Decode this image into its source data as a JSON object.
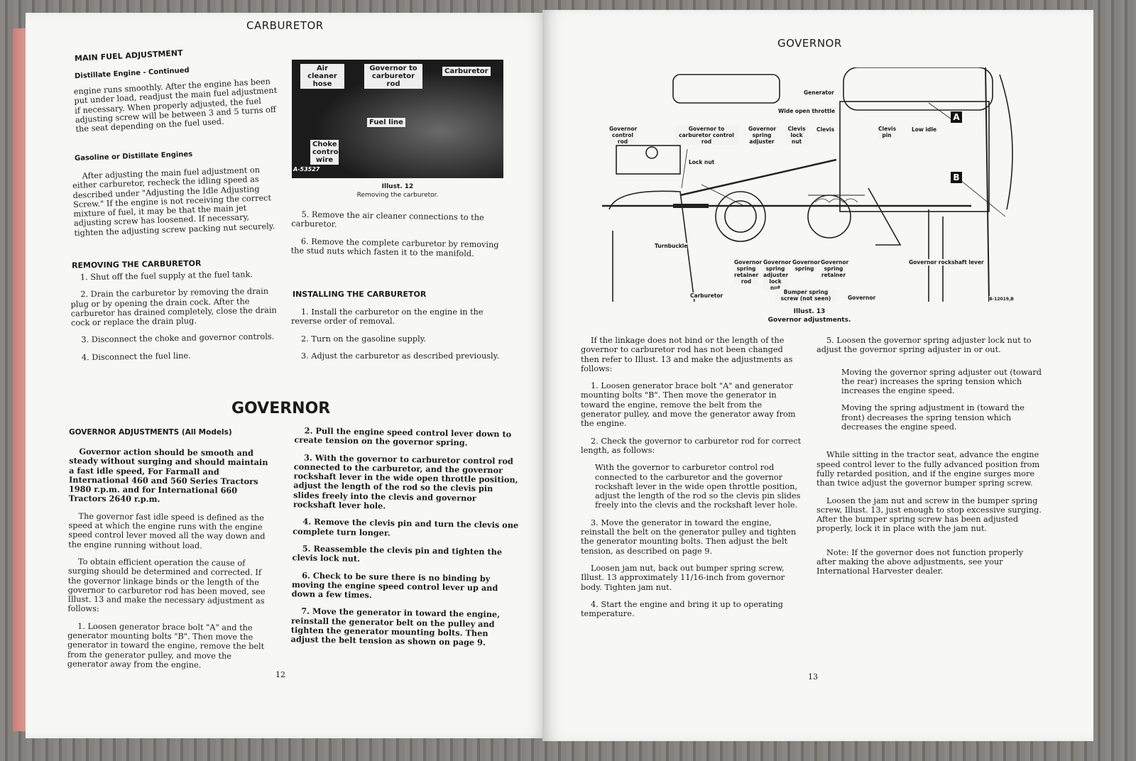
{
  "left_page": {
    "title": "CARBURETOR",
    "main_fuel_heading": "MAIN FUEL ADJUSTMENT",
    "distillate_sub": "Distillate Engine - Continued",
    "distillate_para": "engine runs smoothly. After the engine has been put under load, readjust the main fuel adjustment if necessary. When properly adjusted, the fuel adjusting screw will be between 3 and 5 turns off the seat depending on the fuel used.",
    "gasoline_sub": "Gasoline or Distillate Engines",
    "gasoline_para": "After adjusting the main fuel adjustment on either carburetor, recheck the idling speed as described under \"Adjusting the Idle Adjusting Screw.\" If the engine is not receiving the correct mixture of fuel, it may be that the main jet adjusting screw has loosened. If necessary, tighten the adjusting screw packing nut securely.",
    "removing_heading": "REMOVING THE CARBURETOR",
    "removing_steps": [
      "1. Shut off the fuel supply at the fuel tank.",
      "2. Drain the carburetor by removing the drain plug or by opening the drain cock. After the carburetor has drained completely, close the drain cock or replace the drain plug.",
      "3. Disconnect the choke and governor controls.",
      "4. Disconnect the fuel line.",
      "5. Remove the air cleaner connections to the carburetor.",
      "6. Remove the complete carburetor by removing the stud nuts which fasten it to the manifold."
    ],
    "photo": {
      "labels": [
        "Air cleaner hose",
        "Governor to carburetor rod",
        "Carburetor",
        "Fuel line",
        "Choke control wire"
      ],
      "code": "A-53527",
      "caption_title": "Illust. 12",
      "caption": "Removing the carburetor."
    },
    "installing_heading": "INSTALLING THE CARBURETOR",
    "installing_steps": [
      "1. Install the carburetor on the engine in the reverse order of removal.",
      "2. Turn on the gasoline supply.",
      "3. Adjust the carburetor as described previously."
    ],
    "governor_heading": "GOVERNOR",
    "gov_adj_heading": "GOVERNOR ADJUSTMENTS (All Models)",
    "col1": [
      "Governor action should be smooth and steady without surging and should maintain a fast idle speed, For Farmall and International 460 and 560 Series Tractors 1980 r.p.m. and for International 660 Tractors 2640 r.p.m.",
      "The governor fast idle speed is defined as the speed at which the engine runs with the engine speed control lever moved all the way down and the engine running without load.",
      "To obtain efficient operation the cause of surging should be determined and corrected. If the governor linkage binds or the length of the governor to carburetor rod has been moved, see Illust. 13 and make the necessary adjustment as follows:",
      "1. Loosen generator brace bolt \"A\" and the generator mounting bolts \"B\". Then move the generator in toward the engine, remove the belt from the generator pulley, and move the generator away from the engine."
    ],
    "col2": [
      "2. Pull the engine speed control lever down to create tension on the governor spring.",
      "3. With the governor to carburetor control rod connected to the carburetor, and the governor rockshaft lever in the wide open throttle position, adjust the length of the rod so the clevis pin slides freely into the clevis and governor rockshaft lever hole.",
      "4. Remove the clevis pin and turn the clevis one complete turn longer.",
      "5. Reassemble the clevis pin and tighten the clevis lock nut.",
      "6. Check to be sure there is no binding by moving the engine speed control lever up and down a few times.",
      "7. Move the generator in toward the engine, reinstall the generator belt on the pulley and tighten the generator mounting bolts. Then adjust the belt tension as shown on page 9."
    ],
    "page_number": "12"
  },
  "right_page": {
    "title": "GOVERNOR",
    "diagram": {
      "labels": {
        "generator": "Generator",
        "wide_open": "Wide open throttle",
        "gov_control_rod": "Governor control rod",
        "gov_carb_rod": "Governor to carburetor control rod",
        "spring_adjuster": "Governor spring adjuster",
        "clevis_lock_nut": "Clevis lock nut",
        "clevis": "Clevis",
        "clevis_pin": "Clevis pin",
        "low_idle": "Low idle",
        "lock_nut": "Lock nut",
        "turnbuckle": "Turnbuckle",
        "retainer_rod": "Governor spring retainer rod",
        "adjuster_lock_nut": "Governor spring adjuster lock nut",
        "spring": "Governor spring",
        "spring_retainer": "Governor spring retainer",
        "rockshaft": "Governor rockshaft lever",
        "carburetor": "Carburetor",
        "bumper": "Bumper spring screw (not seen)",
        "governor": "Governor",
        "A": "A",
        "B": "B",
        "code": "B-12019,B"
      },
      "caption_title": "Illust. 13",
      "caption": "Governor adjustments."
    },
    "col1": [
      "If the linkage does not bind or the length of the governor to carburetor rod has not been changed then refer to Illust. 13 and make the adjustments as follows:",
      "1. Loosen generator brace bolt \"A\" and generator mounting bolts \"B\". Then move the generator in toward the engine, remove the belt from the generator pulley, and move the generator away from the engine.",
      "2. Check the governor to carburetor rod for correct length, as follows:",
      "With the governor to carburetor control rod connected to the carburetor and the governor rockshaft lever in the wide open throttle position, adjust the length of the rod so the clevis pin slides freely into the clevis and the rockshaft lever hole.",
      "3. Move the generator in toward the engine, reinstall the belt on the generator pulley and tighten the generator mounting bolts. Then adjust the belt tension, as described on page 9.",
      "Loosen jam nut, back out bumper spring screw, Illust. 13 approximately 11/16-inch from governor body. Tighten jam nut.",
      "4. Start the engine and bring it up to operating temperature."
    ],
    "col2": [
      "5. Loosen the governor spring adjuster lock nut to adjust the governor spring adjuster in or out.",
      "Moving the governor spring adjuster out (toward the rear) increases the spring tension which increases the engine speed.",
      "Moving the spring adjustment in (toward the front) decreases the spring tension which decreases the engine speed.",
      "While sitting in the tractor seat, advance the engine speed control lever to the fully advanced position from fully retarded position, and if the engine surges more than twice adjust the governor bumper spring screw.",
      "Loosen the jam nut and screw in the bumper spring screw, Illust. 13, just enough to stop excessive surging. After the bumper spring screw has been adjusted properly, lock it in place with the jam nut.",
      "Note: If the governor does not function properly after making the above adjustments, see your International Harvester dealer."
    ],
    "page_number": "13"
  }
}
